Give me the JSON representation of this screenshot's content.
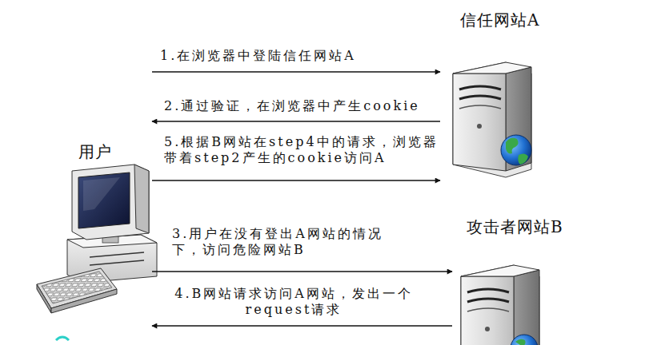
{
  "diagram": {
    "nodes": [
      {
        "text": [
          "信任网站A"
        ]
      },
      {
        "text": [
          "用户"
        ]
      },
      {
        "text": [
          "攻击者网站B"
        ]
      }
    ],
    "edges": [
      {
        "from": 1,
        "to": 0,
        "arrow": "to",
        "label": "1.在浏览器中登陆信任网站A"
      },
      {
        "from": 0,
        "to": 1,
        "arrow": "to",
        "label": "2.通过验证，在浏览器中产生cookie"
      },
      {
        "from": 1,
        "to": 0,
        "arrow": "to",
        "label": "5.根据B网站在step4中的请求，浏览器带着step2产生的cookie访问A"
      },
      {
        "from": 1,
        "to": 2,
        "arrow": "to",
        "label": "3.用户在没有登出A网站的情况下，访问危险网站B"
      },
      {
        "from": 2,
        "to": 1,
        "arrow": "to",
        "label": "4.B网站请求访问A网站，发出一个request请求"
      }
    ]
  }
}
